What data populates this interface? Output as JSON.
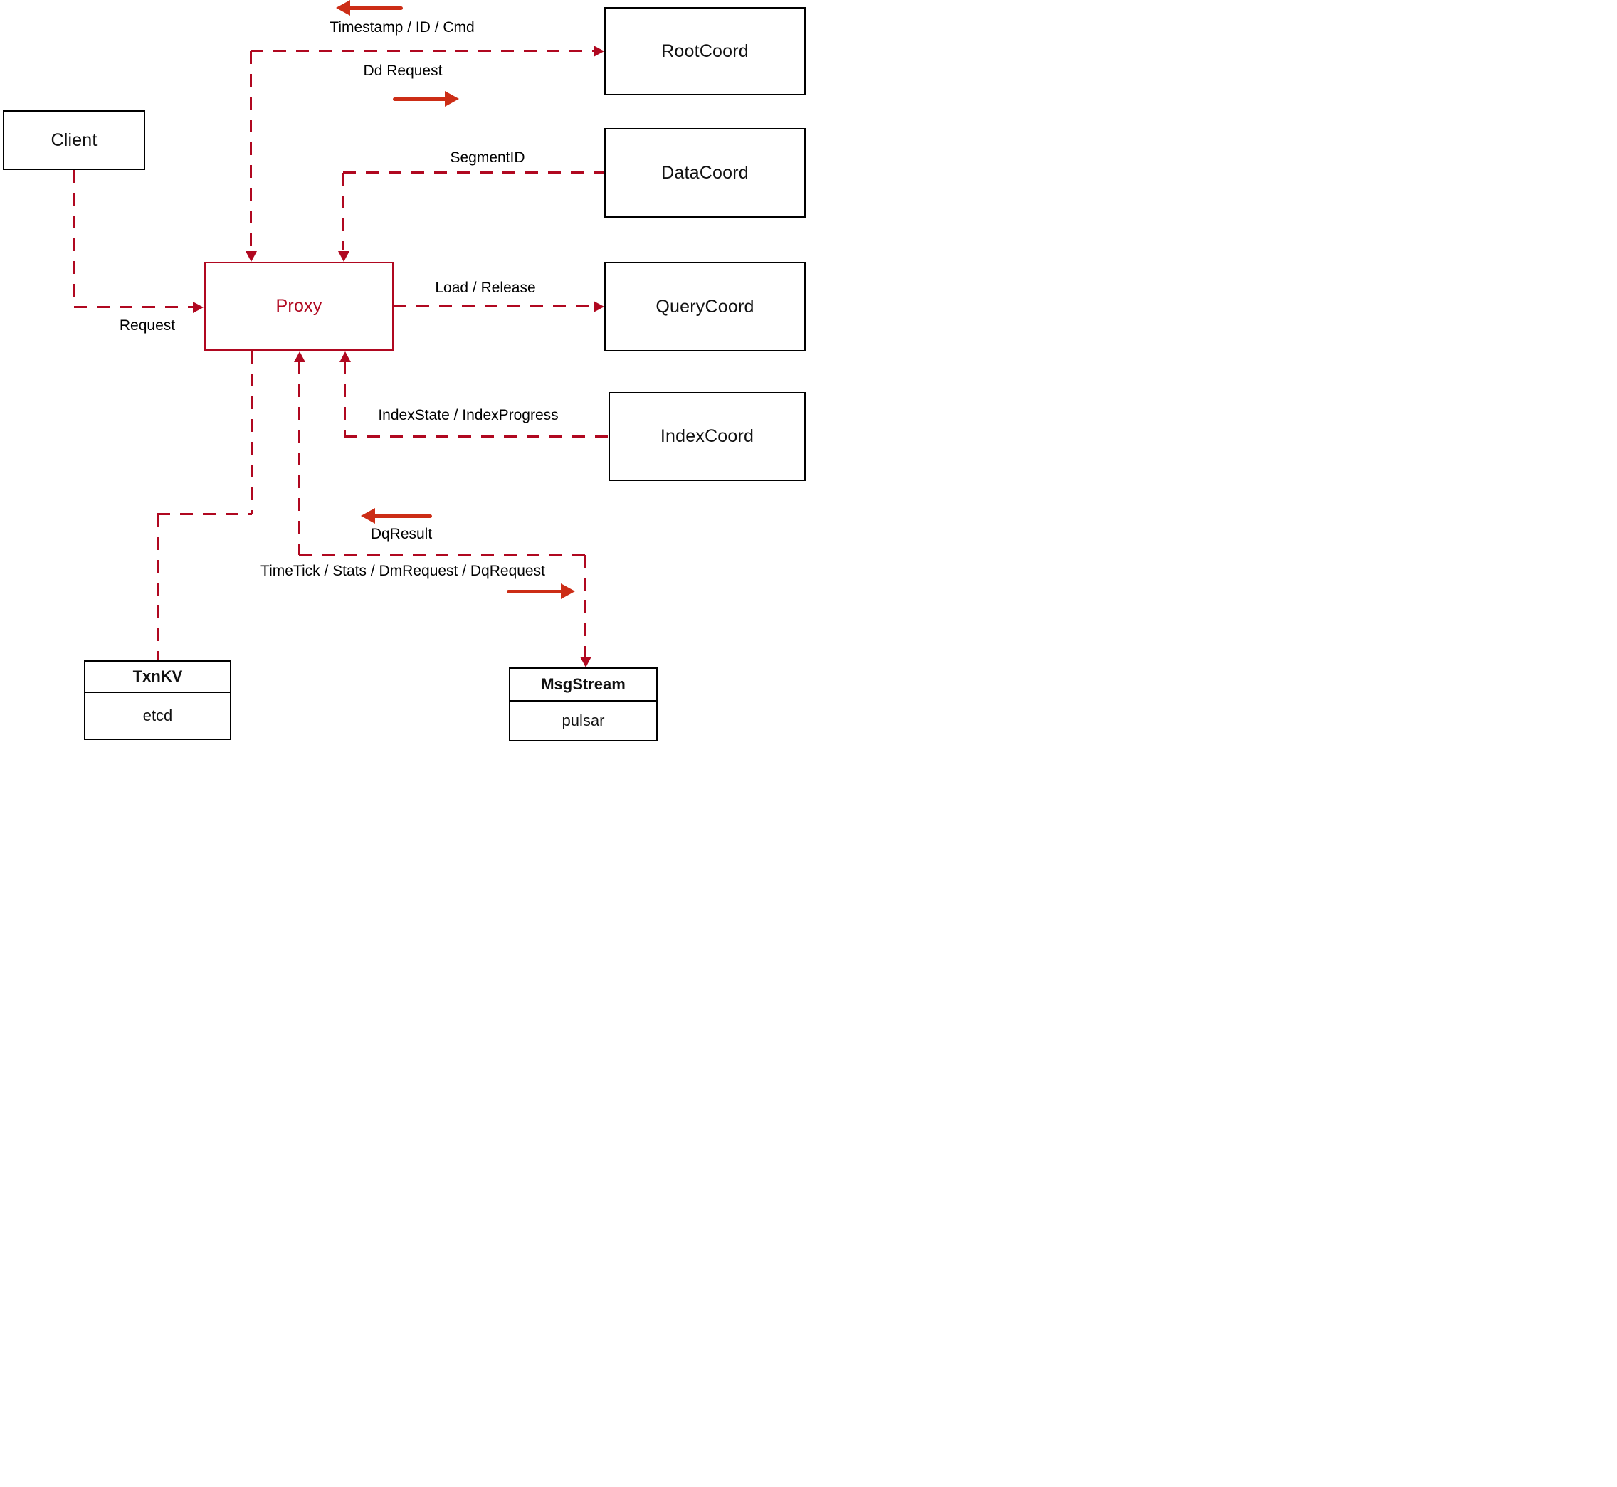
{
  "colors": {
    "dashed_line_red": "#b00820",
    "solid_arrow_red": "#cc2d16",
    "box_border_black": "#000000",
    "proxy_red": "#b00820"
  },
  "nodes": {
    "client": {
      "label": "Client"
    },
    "proxy": {
      "label": "Proxy"
    },
    "rootcoord": {
      "label": "RootCoord"
    },
    "datacoord": {
      "label": "DataCoord"
    },
    "querycoord": {
      "label": "QueryCoord"
    },
    "indexcoord": {
      "label": "IndexCoord"
    },
    "txnkv": {
      "title": "TxnKV",
      "impl": "etcd"
    },
    "msgstream": {
      "title": "MsgStream",
      "impl": "pulsar"
    }
  },
  "edges": {
    "timestamp": {
      "label": "Timestamp / ID / Cmd"
    },
    "dd_request": {
      "label": "Dd Request"
    },
    "segment_id": {
      "label": "SegmentID"
    },
    "request": {
      "label": "Request"
    },
    "load_release": {
      "label": "Load / Release"
    },
    "index_state": {
      "label": "IndexState / IndexProgress"
    },
    "dq_result": {
      "label": "DqResult"
    },
    "time_tick": {
      "label": "TimeTick / Stats / DmRequest / DqRequest"
    }
  }
}
